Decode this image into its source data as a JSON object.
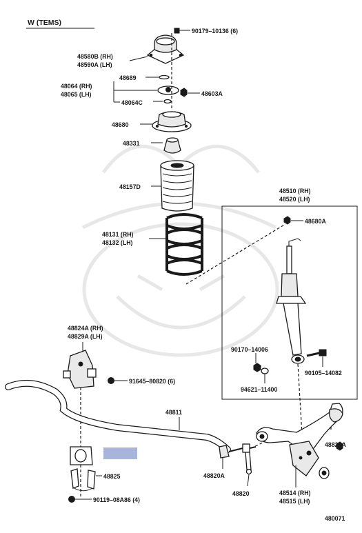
{
  "diagram": {
    "variant_label": "W (TEMS)",
    "figure_number": "480071",
    "highlight_color": "#a9b4dc",
    "line_color": "#1a1a1a",
    "callouts": {
      "bolt_90179": "90179–10136 (6)",
      "support_rh": "48580B (RH)",
      "support_lh": "48590A (LH)",
      "p48689": "48689",
      "seat_rh": "48064 (RH)",
      "seat_lh": "48065 (LH)",
      "p48064c": "48064C",
      "p48603a": "48603A",
      "p48680": "48680",
      "p48331": "48331",
      "p48157d": "48157D",
      "spring_rh": "48131 (RH)",
      "spring_lh": "48132 (LH)",
      "absorber_rh": "48510 (RH)",
      "absorber_lh": "48520 (LH)",
      "p48680a": "48680A",
      "p90170": "90170–14006",
      "p90105": "90105–14082",
      "p94621": "94621–11400",
      "bracket_rh": "48824A (RH)",
      "bracket_lh": "48829A (LH)",
      "p91645": "91645–80820 (6)",
      "p48811": "48811",
      "p48825": "48825",
      "p90119": "90119–08A86 (4)",
      "p48820a_1": "48820A",
      "p48820": "48820",
      "p48820a_2": "48820A",
      "arm_rh": "48514 (RH)",
      "arm_lh": "48515 (LH)"
    }
  }
}
